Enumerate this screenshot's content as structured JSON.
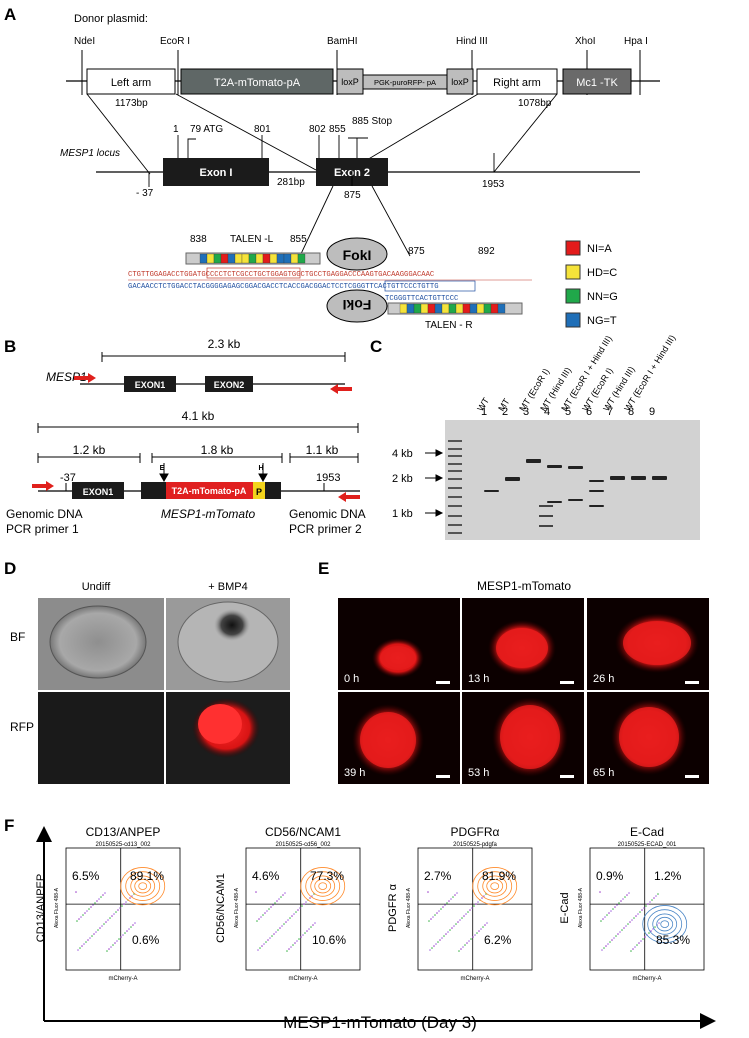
{
  "panel_letters": {
    "a": "A",
    "b": "B",
    "c": "C",
    "d": "D",
    "e": "E",
    "f": "F"
  },
  "panelA": {
    "donor_label": "Donor plasmid:",
    "sites": [
      "NdeI",
      "EcoR I",
      "BamHI",
      "Hind III",
      "XhoI",
      "Hpa I"
    ],
    "left_arm": "Left arm",
    "t2a": "T2A-mTomato-pA",
    "loxp": "loxP",
    "pgk": "PGK-puroRFP- pA",
    "right_arm": "Right arm",
    "mc1tk": "Mc1  -TK",
    "left_bp": "1173bp",
    "right_bp": "1078bp",
    "locus_label": "MESP1 locus",
    "pos_1": "1",
    "pos_79": "79 ATG",
    "pos_801": "801",
    "pos_802": "802",
    "pos_855": "855",
    "pos_885": "885 Stop",
    "pos_875": "875",
    "pos_m37": "- 37",
    "pos_1953": "1953",
    "exon1": "Exon I",
    "exon2": "Exon 2",
    "intron": "281bp",
    "talen_838": "838",
    "talen_855": "855",
    "talen_875": "875",
    "talen_892": "892",
    "talen_l": "TALEN -L",
    "talen_r": "TALEN - R",
    "foki": "FokI",
    "seq_top_left": "CTGTTGGAGACCTGGATGCCCCTCTCGCCTGCTGGAGTGGCTGCCTGAGGACCCAAGTGACAAGGGACAAC",
    "seq_bottom": "GACAACCTCTGGACCTACGGGGAGAGCGGACGACCTCACCGACGGACTCCTCGGGTTCACTGTTCCCTGTTG",
    "seq_talen_l": "GGATGCCCCTCTCGCCT",
    "seq_talen_r": "TCGGGTTCACTGTTCCC",
    "legend": [
      {
        "color": "#e31b1b",
        "label": "NI=A"
      },
      {
        "color": "#f5e33a",
        "label": "HD=C"
      },
      {
        "color": "#20a84a",
        "label": "NN=G"
      },
      {
        "color": "#1f6fb8",
        "label": "NG=T"
      }
    ]
  },
  "panelB": {
    "mesp1": "MESP1",
    "kb_23": "2.3 kb",
    "exon1": "EXON1",
    "exon2": "EXON2",
    "kb_41": "4.1 kb",
    "kb_12": "1.2 kb",
    "kb_18": "1.8 kb",
    "kb_11": "1.1 kb",
    "m37": "-37",
    "p1953": "1953",
    "e_site": "E",
    "h_site": "H",
    "t2a": "T2A-mTomato-pA",
    "p": "P",
    "construct": "MESP1-mTomato",
    "primer1_a": "Genomic DNA",
    "primer1_b": "PCR primer 1",
    "primer2_a": "Genomic DNA",
    "primer2_b": "PCR primer 2"
  },
  "panelC": {
    "lane_labels": [
      "WT",
      "MT",
      "MT (EcoR I)",
      "MT (Hind III)",
      "MT (EcoR I + Hind III)",
      "WT (EcoR I)",
      "WT (Hind III)",
      "WT (EcoR I + Hind III)"
    ],
    "lane_numbers": [
      "1",
      "2",
      "3",
      "4",
      "5",
      "6",
      "7",
      "8",
      "9"
    ],
    "markers": [
      "4 kb",
      "2 kb",
      "1 kb"
    ]
  },
  "panelD": {
    "undiff": "Undiff",
    "bmp4": "+ BMP4",
    "bf": "BF",
    "rfp": "RFP"
  },
  "panelE": {
    "title": "MESP1-mTomato",
    "times": [
      "0 h",
      "13 h",
      "26 h",
      "39 h",
      "53 h",
      "65 h"
    ]
  },
  "panelF": {
    "xtitle": "MESP1-mTomato (Day 3)",
    "x_axis": "mCherry-A",
    "plots": [
      {
        "title": "CD13/ANPEP",
        "ylabel": "CD13/ANPEP",
        "sample": "20150525-cd13_002",
        "q1": "6.5%",
        "q2": "89.1%",
        "q4": "0.6%",
        "q3": ""
      },
      {
        "title": "CD56/NCAM1",
        "ylabel": "CD56/NCAM1",
        "sample": "20150525-cd56_002",
        "q1": "4.6%",
        "q2": "77.3%",
        "q4": "10.6%",
        "q3": ""
      },
      {
        "title": "PDGFRα",
        "ylabel": "PDGFR α",
        "sample": "20150525-pdgfa",
        "q1": "2.7%",
        "q2": "81.9%",
        "q4": "6.2%",
        "q3": ""
      },
      {
        "title": "E-Cad",
        "ylabel": "E-Cad",
        "sample": "20150525-ECAD_001",
        "q1": "0.9%",
        "q2": "1.2%",
        "q4": "85.3%",
        "q3": ""
      }
    ],
    "y_axis_inner": "Alexa Fluor 488-A"
  }
}
